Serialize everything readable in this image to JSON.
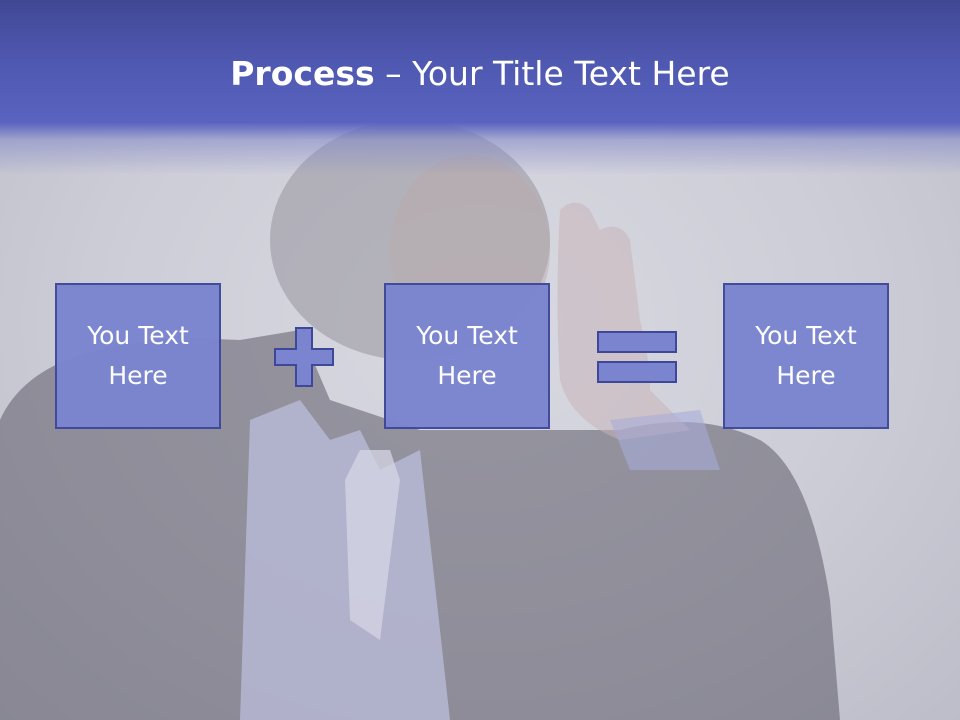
{
  "title": {
    "bold": "Process",
    "rest": " – Your Title Text Here"
  },
  "boxes": [
    {
      "label": "You Text Here"
    },
    {
      "label": "You Text Here"
    },
    {
      "label": "You Text Here"
    }
  ],
  "operators": [
    "plus-icon",
    "equals-icon"
  ],
  "colors": {
    "title_band": "#5a64c0",
    "box_fill": "#7b85cf",
    "box_border": "#3f4898",
    "background": "#cdcdd7"
  }
}
